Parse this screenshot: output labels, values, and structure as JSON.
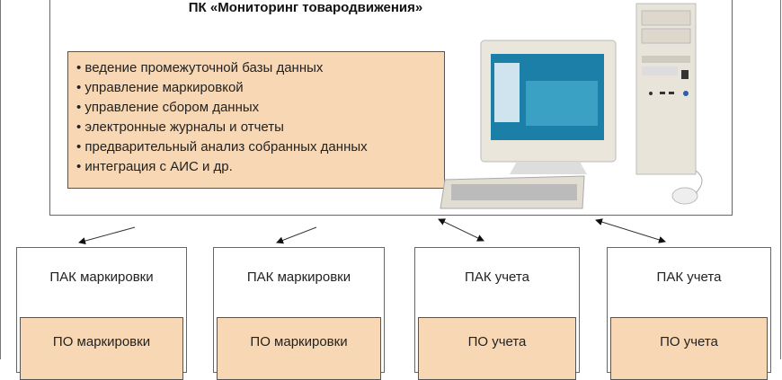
{
  "title": "ПК «Мониторинг товародвижения»",
  "functions": [
    "• ведение промежуточной базы данных",
    "• управление маркировкой",
    "• управление сбором данных",
    "• электронные журналы и отчеты",
    "• предварительный анализ собранных данных",
    "• интеграция с АИС и др."
  ],
  "subsystems": [
    {
      "label": "ПАК маркировки",
      "software": "ПО маркировки"
    },
    {
      "label": "ПАК маркировки",
      "software": "ПО маркировки"
    },
    {
      "label": "ПАК учета",
      "software": "ПО учета"
    },
    {
      "label": "ПАК учета",
      "software": "ПО учета"
    }
  ],
  "colors": {
    "box_fill": "#f8d8b4",
    "border": "#666666"
  }
}
